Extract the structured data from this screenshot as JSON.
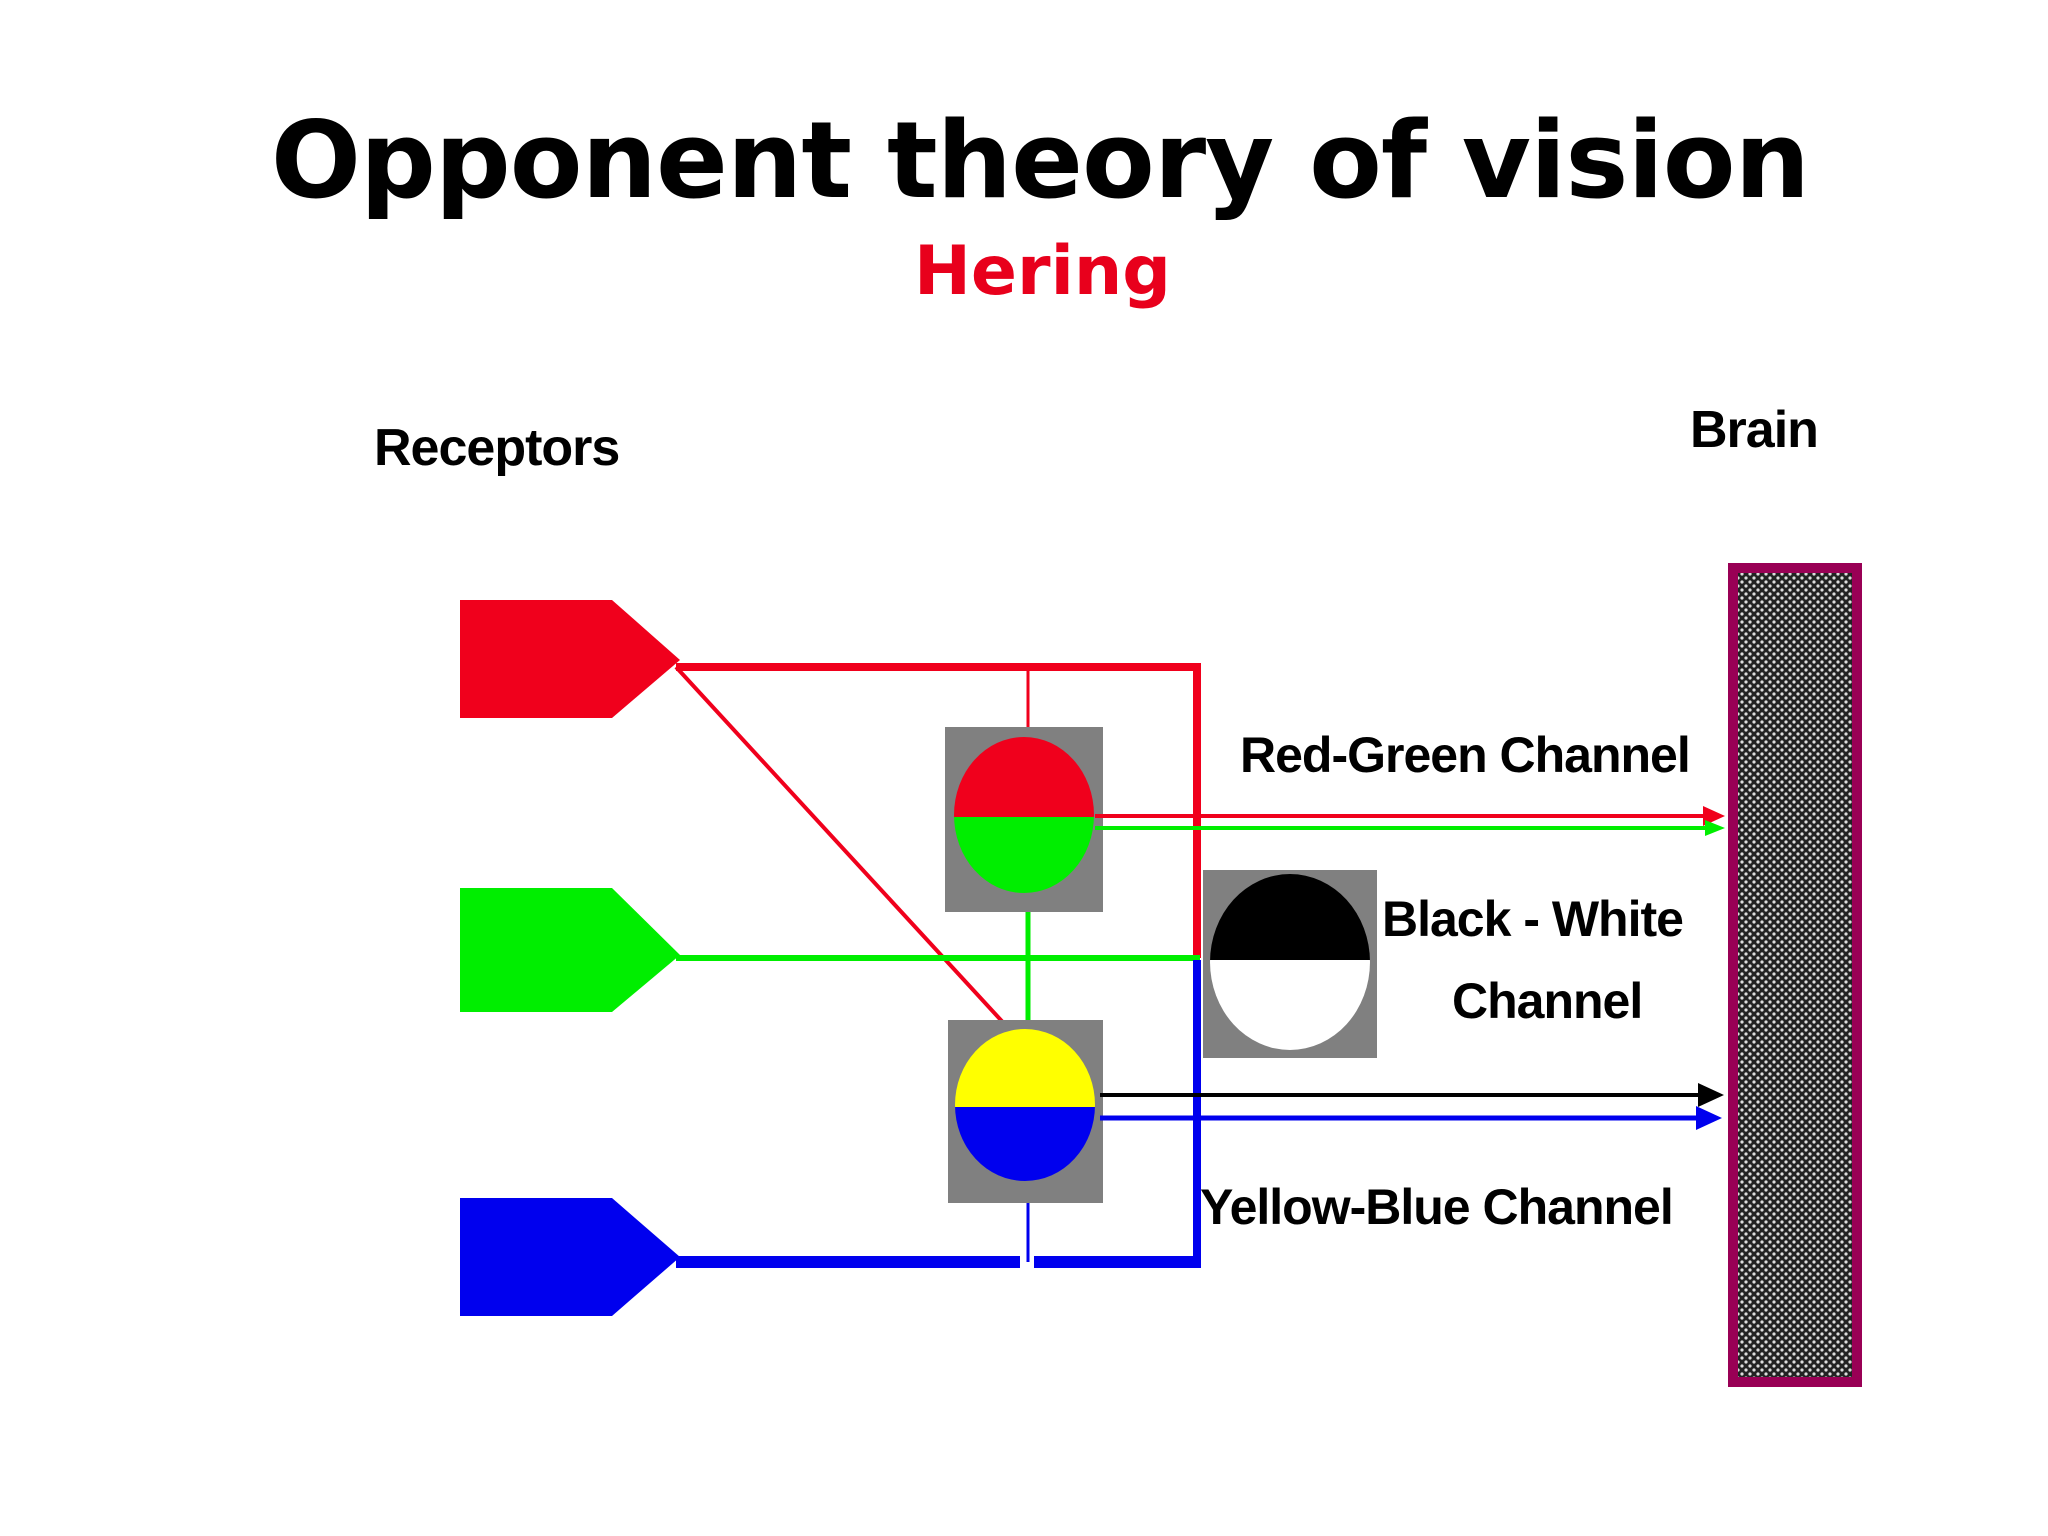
{
  "title": "Opponent theory of vision",
  "subtitle": "Hering",
  "labels": {
    "receptors": "Receptors",
    "brain": "Brain",
    "red_green_channel": "Red-Green Channel",
    "black_white_channel_line1": "Black - White",
    "black_white_channel_line2": "Channel",
    "yellow_blue_channel": "Yellow-Blue  Channel"
  },
  "colors": {
    "title": "#000000",
    "subtitle": "#e8001c",
    "red": "#f0001c",
    "green": "#00ee00",
    "blue": "#0000ee",
    "yellow": "#ffff00",
    "black": "#000000",
    "white": "#ffffff",
    "gray_box": "#808080",
    "brain_border": "#990055",
    "brain_fill": "#333333"
  },
  "receptors": [
    "red-receptor",
    "green-receptor",
    "blue-receptor"
  ],
  "opponent_cells": [
    "red-green-cell",
    "yellow-blue-cell",
    "black-white-cell"
  ]
}
